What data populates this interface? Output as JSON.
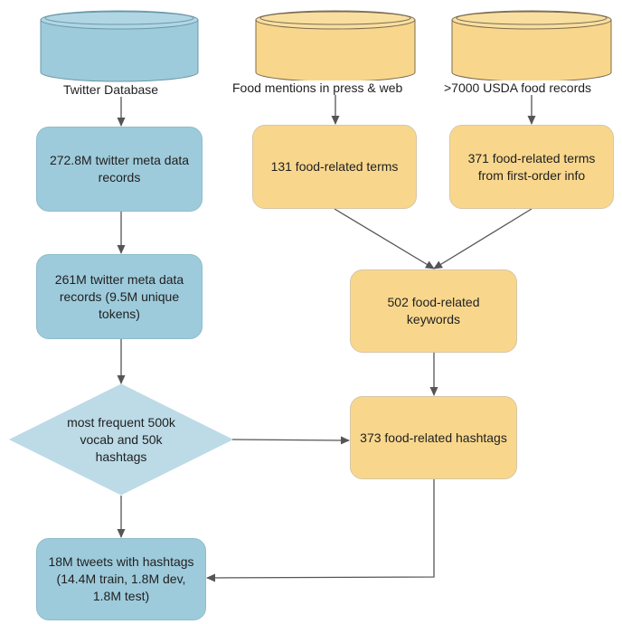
{
  "colors": {
    "blue_fill": "#9ecbdb",
    "blue_stroke": "#7fb3c6",
    "yellow_fill": "#f8d78d",
    "yellow_stroke": "#d6c6a7",
    "arrow": "#555555"
  },
  "databases": {
    "twitter": {
      "label": "Twitter Database"
    },
    "food_press": {
      "label": "Food mentions in press & web"
    },
    "usda": {
      "label": ">7000 USDA food records"
    }
  },
  "nodes": {
    "twitter_records": {
      "text": "272.8M twitter meta data records"
    },
    "filtered_records": {
      "text": "261M twitter meta data records (9.5M unique tokens)"
    },
    "vocab_diamond": {
      "text": "most frequent 500k vocab and 50k hashtags"
    },
    "tweets_output": {
      "text": "18M tweets with hashtags (14.4M train, 1.8M dev, 1.8M test)"
    },
    "food_terms": {
      "text": "131 food-related terms"
    },
    "usda_terms": {
      "text": "371 food-related terms from first-order info"
    },
    "food_keywords": {
      "text": "502 food-related keywords"
    },
    "food_hashtags": {
      "text": "373 food-related hashtags"
    }
  }
}
